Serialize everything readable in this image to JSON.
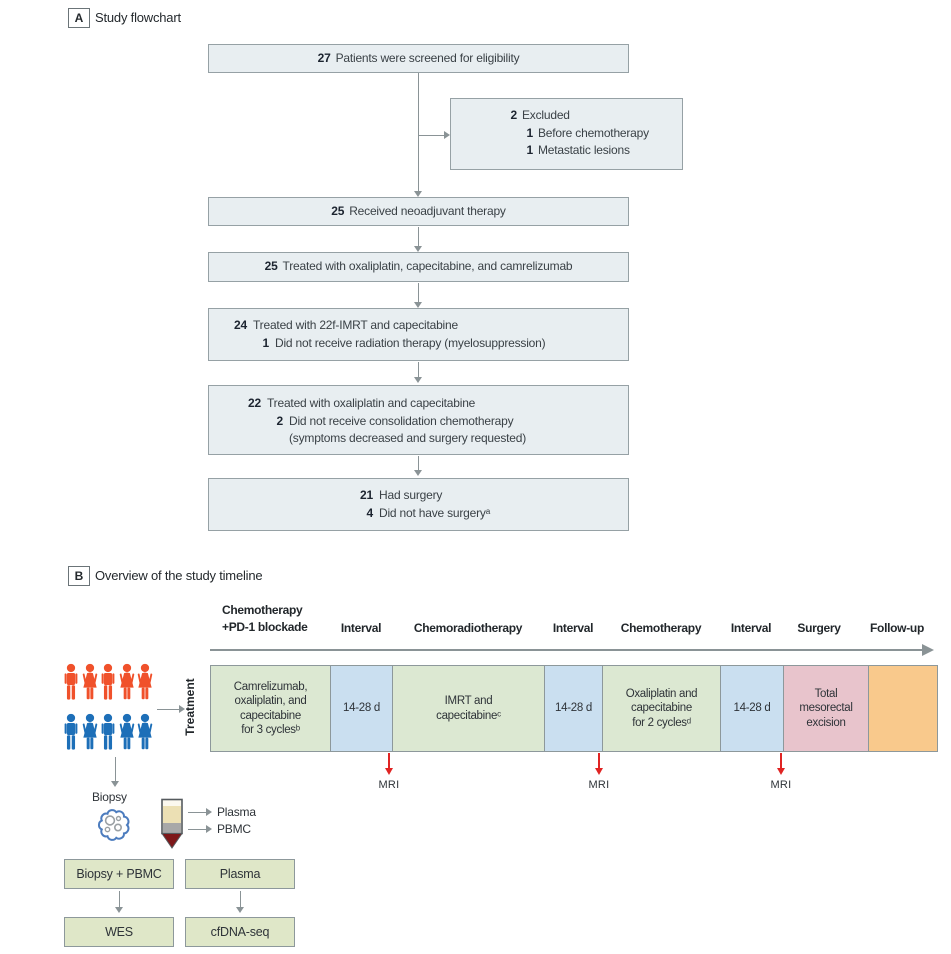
{
  "panelA": {
    "label": "A",
    "title": "Study flowchart",
    "screened": {
      "n": "27",
      "t": "Patients were screened for eligibility"
    },
    "excluded": {
      "lines": [
        {
          "n": "2",
          "t": "Excluded"
        },
        {
          "n": "1",
          "t": "Before chemotherapy"
        },
        {
          "n": "1",
          "t": "Metastatic lesions"
        }
      ]
    },
    "received": {
      "n": "25",
      "t": "Received neoadjuvant therapy"
    },
    "induction": {
      "n": "25",
      "t": "Treated with oxaliplatin, capecitabine, and camrelizumab"
    },
    "radiation": {
      "lines": [
        {
          "n": "24",
          "t": "Treated with 22f-IMRT and capecitabine"
        },
        {
          "n": "1",
          "t": "Did not receive radiation therapy (myelosuppression)"
        }
      ]
    },
    "consolidation": {
      "lines": [
        {
          "n": "22",
          "t": "Treated with oxaliplatin and capecitabine"
        },
        {
          "n": "2",
          "t": "Did not receive consolidation chemotherapy"
        },
        {
          "n": "",
          "t": "(symptoms decreased and surgery requested)"
        }
      ]
    },
    "surgery": {
      "lines": [
        {
          "n": "21",
          "t": "Had surgery"
        },
        {
          "n": "4",
          "t": "Did not have surgeryᵃ"
        }
      ]
    }
  },
  "panelB": {
    "label": "B",
    "title": "Overview of the study timeline",
    "axis_label": "Treatment",
    "headers": {
      "chemo_pd1": "Chemotherapy\n+PD-1 blockade",
      "interval1": "Interval",
      "chemoradiotherapy": "Chemoradiotherapy",
      "interval2": "Interval",
      "chemotherapy": "Chemotherapy",
      "interval3": "Interval",
      "surgery": "Surgery",
      "followup": "Follow-up"
    },
    "segments": [
      {
        "text": "Camrelizumab,\noxaliplatin, and\ncapecitabine\nfor 3 cyclesᵇ",
        "color": "#dce8d2"
      },
      {
        "text": "14-28 d",
        "color": "#cadff0"
      },
      {
        "text": "IMRT and\ncapecitabineᶜ",
        "color": "#dce8d2"
      },
      {
        "text": "14-28 d",
        "color": "#cadff0"
      },
      {
        "text": "Oxaliplatin and\ncapecitabine\nfor 2 cyclesᵈ",
        "color": "#dce8d2"
      },
      {
        "text": "14-28 d",
        "color": "#cadff0"
      },
      {
        "text": "Total\nmesorectal\nexcision",
        "color": "#e8c4cc"
      },
      {
        "text": "",
        "color": "#f9c98c"
      }
    ],
    "mri_label": "MRI",
    "cohort": {
      "group1": {
        "color": "#f0512b",
        "figures": [
          "male",
          "female",
          "male",
          "female",
          "female"
        ]
      },
      "group2": {
        "color": "#1d6fb8",
        "figures": [
          "male",
          "female",
          "male",
          "female",
          "female"
        ]
      }
    },
    "biopsy_label": "Biopsy",
    "tube": {
      "plasma": "Plasma",
      "pbmc": "PBMC"
    },
    "samples": {
      "biopsy_pbmc": "Biopsy + PBMC",
      "plasma": "Plasma",
      "wes": "WES",
      "cfdna": "cfDNA-seq"
    }
  },
  "colors": {
    "flow_box": "#e8eef1",
    "timeline_green": "#dce8d2",
    "timeline_blue": "#cadff0",
    "timeline_pink": "#e8c4cc",
    "timeline_orange": "#f9c98c",
    "mri_arrow_red": "#e02423",
    "connector_gray": "#8a9396",
    "person_orange": "#f0512b",
    "person_blue": "#1d6fb8"
  }
}
